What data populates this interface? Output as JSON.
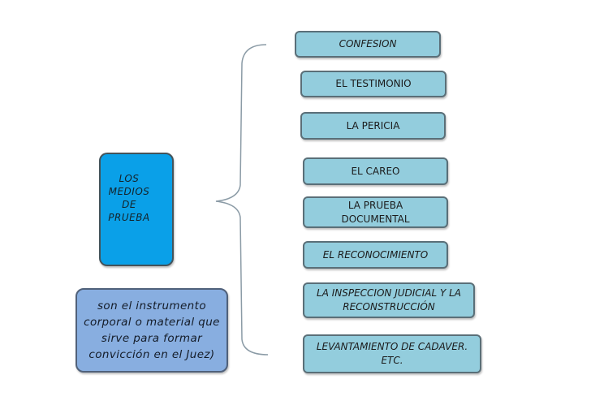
{
  "main": {
    "label": "LOS MEDIOS DE PRUEBA"
  },
  "description": {
    "text": "son el instrumento corporal o material que sirve para formar convicción en el Juez)"
  },
  "items": [
    "CONFESION",
    "EL TESTIMONIO",
    "LA PERICIA",
    "EL CAREO",
    "LA PRUEBA DOCUMENTAL",
    "EL RECONOCIMIENTO",
    "LA INSPECCION JUDICIAL Y LA RECONSTRUCCIÓN",
    "LEVANTAMIENTO DE CADAVER. ETC."
  ],
  "colors": {
    "main_box": "#0aa0e8",
    "item_box": "#93cddd",
    "description_box": "#88aee0",
    "brace": "#8b9ba6"
  }
}
